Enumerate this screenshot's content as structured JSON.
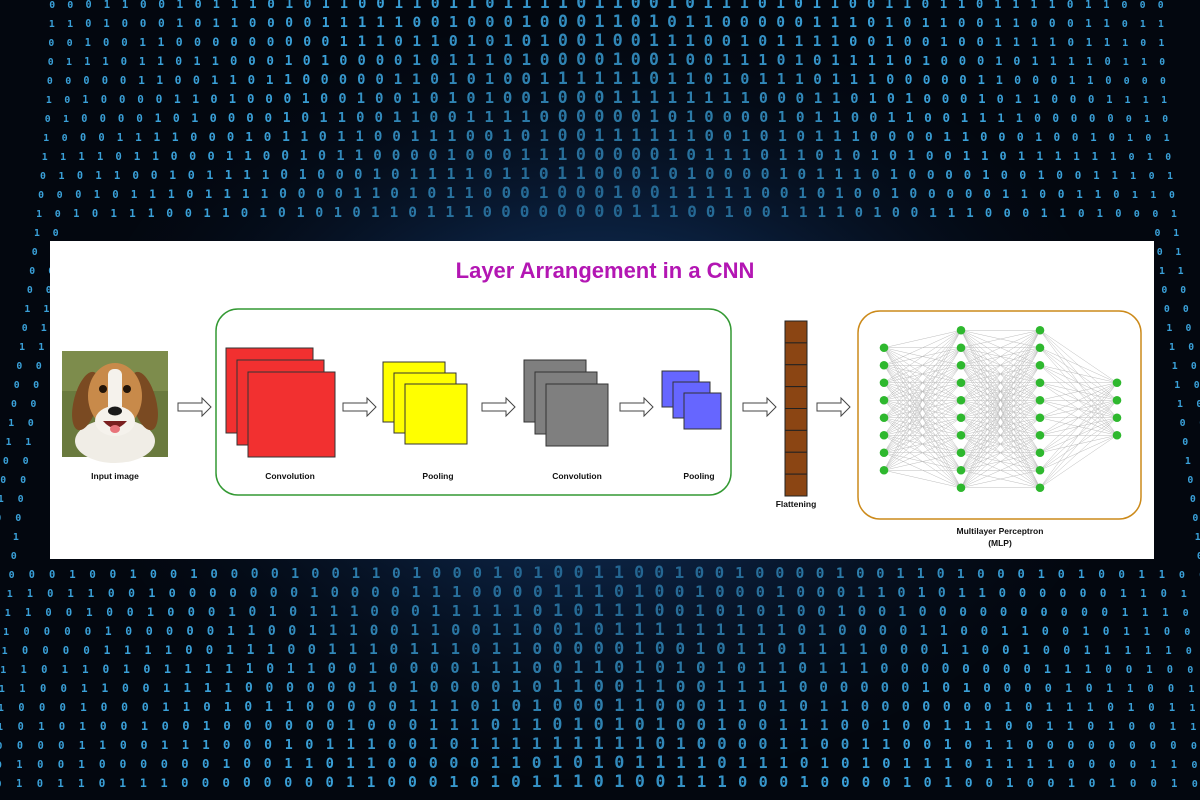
{
  "diagram": {
    "title": "Layer Arrangement in a CNN",
    "labels": {
      "input": "Input image",
      "conv1": "Convolution",
      "pool1": "Pooling",
      "conv2": "Convolution",
      "pool2": "Pooling",
      "flatten": "Flattening",
      "mlp_line1": "Multilayer Perceptron",
      "mlp_line2": "(MLP)"
    },
    "colors": {
      "title": "#b316b3",
      "conv1": "#f23030",
      "pool1": "#ffff00",
      "conv2": "#7f7f7f",
      "pool2": "#6666ff",
      "flatten": "#8b4513",
      "nodes": "#2eb82e",
      "feature_box_border": "#339933",
      "mlp_box_border": "#cc8a1a",
      "background_digits": "#3aa0d8"
    },
    "mlp_layers": [
      8,
      10,
      10,
      4
    ],
    "flatten_cells": 8,
    "input_image": "beagle-dog-photo"
  }
}
